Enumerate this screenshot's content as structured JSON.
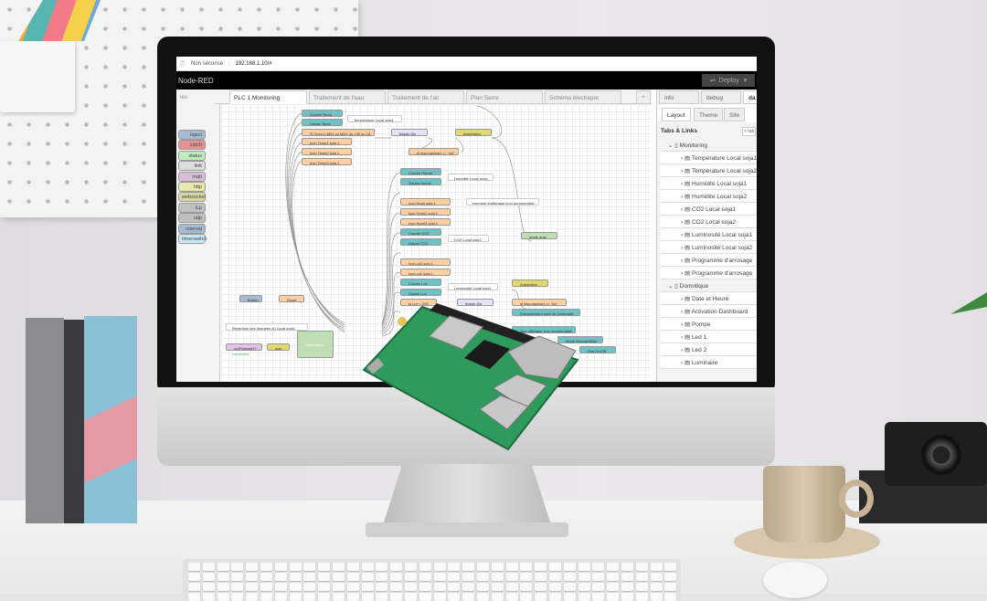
{
  "browser": {
    "security": "Non sécurisé",
    "url": "192.168.1.10/#"
  },
  "app": {
    "title": "Node-RED",
    "deploy": "Deploy"
  },
  "palette": {
    "search": "ies",
    "nodes": [
      {
        "label": "inject",
        "color": "#a6bbcf"
      },
      {
        "label": "catch",
        "color": "#e49191"
      },
      {
        "label": "status",
        "color": "#c0edc0"
      },
      {
        "label": "link",
        "color": "#dddddd"
      },
      {
        "label": "mqtt",
        "color": "#d8bfd8"
      },
      {
        "label": "http",
        "color": "#e7e7ae"
      },
      {
        "label": "websocket",
        "color": "#d7d7a0"
      },
      {
        "label": "tcp",
        "color": "#c0c0c0"
      },
      {
        "label": "udp",
        "color": "#c0c0c0"
      },
      {
        "label": "interval",
        "color": "#a6bbcf"
      },
      {
        "label": "timerswitch",
        "color": "#c7e9f6"
      }
    ]
  },
  "tabs": [
    {
      "label": "PLC 1 Monitoring",
      "active": true
    },
    {
      "label": "Traitement de l'eau"
    },
    {
      "label": "Traitement de l'air"
    },
    {
      "label": "Plan Serre"
    },
    {
      "label": "Schéma électrique"
    }
  ],
  "add_tab": "+",
  "sidebar": {
    "tabs": [
      "info",
      "debug",
      "da"
    ],
    "subtabs": [
      "Layout",
      "Theme",
      "Site"
    ],
    "section": "Tabs & Links",
    "add_tab": "+ tab",
    "groups": [
      {
        "label": "Monitoring",
        "items": [
          "Température Local soja1",
          "Température Local soja2",
          "Humidité Local soja1",
          "Humidité Local soja2",
          "CO2 Local soja1",
          "CO2 Local soja2",
          "Luminosité Local soja1",
          "Luminosité Local soja2",
          "Programme d'arrosage",
          "Programme d'arrosage"
        ]
      },
      {
        "label": "Domotique",
        "items": [
          "Date et Heure",
          "Activation Dashboard",
          "Pompe",
          "Led 1",
          "Led 2",
          "Luminaire"
        ]
      }
    ]
  },
  "canvas": {
    "nodes": [
      "Courbe Temp",
      "Gauge Temp",
      "Température Local soja1",
      "Si Temp1<MIN ou MAX ou >30 ou 15",
      "Icon Temp1 soja 1",
      "Icon Temp2 soja 1",
      "Icon Temp3 soja 1",
      "trigger 5hr",
      "Adaptation",
      "si msg.payload == \"cut\"",
      "Courbe Humid",
      "Gauge Humid",
      "Humidité Local soja1",
      "Icon Humi soja 1",
      "exemple d'affichage icon personnalisé",
      "Icon Humi2 soja 1",
      "Icon Humi3 soja 1",
      "Courbe CO2",
      "Gauge CO2",
      "CO2 Local soja1",
      "mode auto",
      "Icon co2 soja 1",
      "Icon co2 soja 1",
      "Courbe Lux",
      "Gauge Lux",
      "Luminosité Local soja1",
      "Adaptation",
      "si Lux > 200",
      "trigger 5hr",
      "si msg.payload <> \"lux\"",
      "Dépassement seuil de luminosité",
      "Button",
      "Reset",
      "Réception des données du Local soja1",
      "outPayload1?",
      "json",
      "Séparateur",
      "connected",
      "Text affichage icon personnalisé",
      "Mode Manuel/Wlan",
      "Etat On/Off"
    ]
  },
  "colors": {
    "teal": "#6cc2c5",
    "function": "#fdd0a2",
    "trigger": "#e6e0f8",
    "change": "#e2d96e",
    "ui_switch": "#c0deb5",
    "button": "#a6bbcf",
    "link": "#e2c3e7",
    "pi_board": "#2e9a5c"
  }
}
